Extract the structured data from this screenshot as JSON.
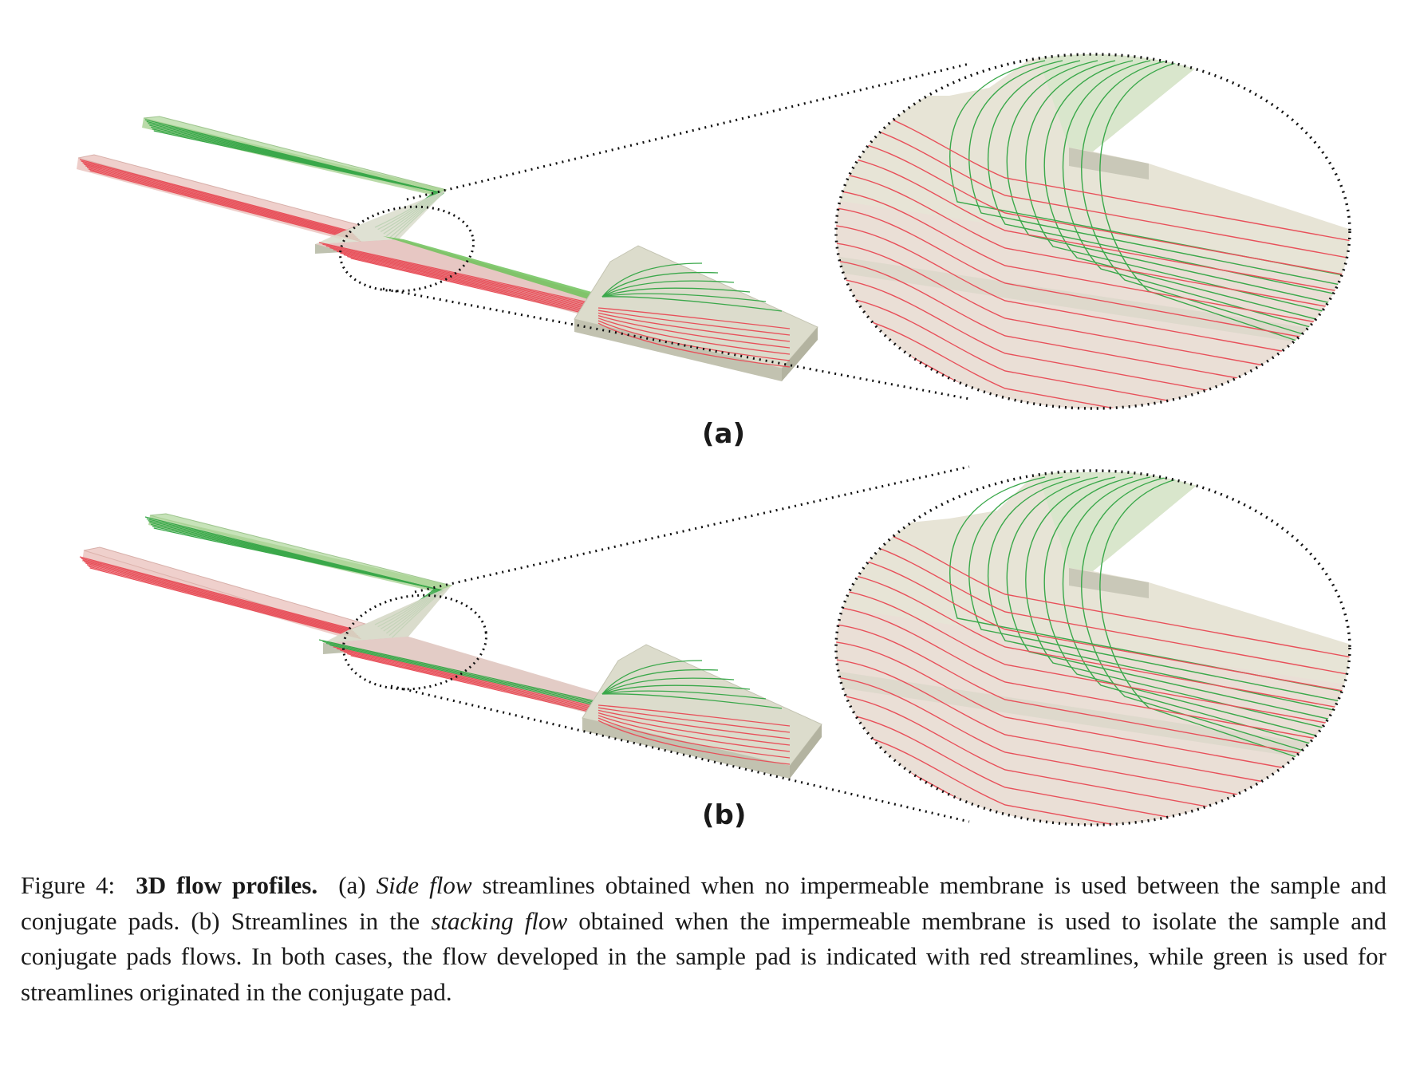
{
  "panels": [
    {
      "label": "(a)"
    },
    {
      "label": "(b)"
    }
  ],
  "caption": {
    "prefix": "Figure 4:",
    "title": "3D flow profiles.",
    "seg1": "(a)",
    "italic1": "Side flow",
    "seg2": "streamlines obtained when no impermeable membrane is used between the sample and conjugate pads. (b) Streamlines in the",
    "italic2": "stacking flow",
    "seg3": "obtained when the impermeable membrane is used to isolate the sample and conjugate pads flows. In both cases, the flow developed in the sample pad is indicated with red streamlines, while green is used for streamlines originated in the conjugate pad."
  },
  "colors": {
    "sample_streamline": "#e8505a",
    "conjugate_streamline": "#3aa84a",
    "pad_body": "#d6d6c6",
    "outline_dots": "#111111"
  }
}
